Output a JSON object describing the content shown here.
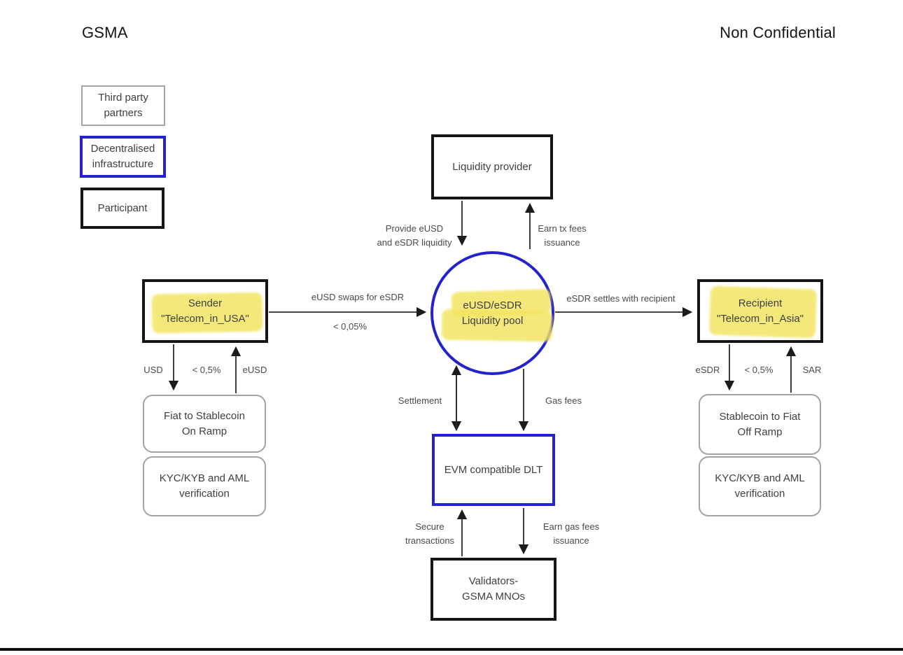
{
  "header": {
    "left": "GSMA",
    "right": "Non Confidential"
  },
  "colors": {
    "blue": "#2323cd",
    "highlight": "#f3e45f",
    "box_border": "#161616",
    "thin_border": "#a3a3a3",
    "arrow": "#2a2a2a",
    "footer_line": "#101010"
  },
  "legend": {
    "items": [
      {
        "line1": "Third party",
        "line2": "partners",
        "style": "third-party-thin-border"
      },
      {
        "line1": "Decentralised",
        "line2": "infrastructure",
        "style": "blue-border"
      },
      {
        "line1": "Participant",
        "line2": "",
        "style": "thick-black-border"
      }
    ]
  },
  "nodes": {
    "liquidity_provider": {
      "label": "Liquidity provider"
    },
    "pool": {
      "line1": "eUSD/eSDR",
      "line2": "Liquidity pool"
    },
    "sender": {
      "line1": "Sender",
      "line2": "\"Telecom_in_USA\""
    },
    "recipient": {
      "line1": "Recipient",
      "line2": "\"Telecom_in_Asia\""
    },
    "fiat_on_ramp": {
      "line1": "Fiat to Stablecoin",
      "line2": "On Ramp"
    },
    "kyc_left": {
      "line1": "KYC/KYB and AML",
      "line2": "verification"
    },
    "evm_dlt": {
      "label": "EVM compatible DLT"
    },
    "validators": {
      "line1": "Validators-",
      "line2": "GSMA MNOs"
    },
    "stablecoin_off_ramp": {
      "line1": "Stablecoin to Fiat",
      "line2": "Off Ramp"
    },
    "kyc_right": {
      "line1": "KYC/KYB and AML",
      "line2": "verification"
    }
  },
  "edges": {
    "provide_liquidity": {
      "line1": "Provide eUSD",
      "line2": "and eSDR liquidity"
    },
    "earn_tx_fees": {
      "line1": "Earn tx fees",
      "line2": "issuance"
    },
    "eusd_swaps": {
      "label": "eUSD swaps for eSDR",
      "fee": "< 0,05%"
    },
    "esdr_settles": {
      "label": "eSDR settles with recipient"
    },
    "sender_onramp": {
      "down": "USD",
      "fee": "< 0,5%",
      "up": "eUSD"
    },
    "recipient_offramp": {
      "down": "eSDR",
      "fee": "< 0,5%",
      "up": "SAR"
    },
    "settlement": {
      "label": "Settlement"
    },
    "gas_fees": {
      "label": "Gas fees"
    },
    "secure_transactions": {
      "line1": "Secure",
      "line2": "transactions"
    },
    "earn_gas_fees": {
      "line1": "Earn gas fees",
      "line2": "issuance"
    }
  }
}
